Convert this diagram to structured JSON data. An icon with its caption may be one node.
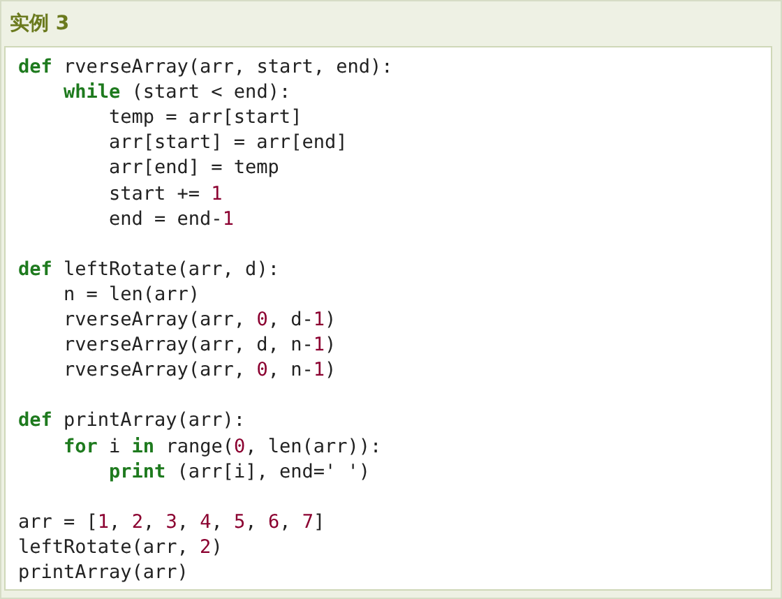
{
  "diagram": {
    "title": "实例 3",
    "labels": [
      "**def** rverseArray(arr, start, end):",
      "    **while** (start < end):",
      "        temp = arr[start]",
      "        arr[start] = arr[end]",
      "        arr[end] = temp",
      "        start += 1",
      "        end = end-1",
      "**def** leftRotate(arr, d):",
      "    n = len(arr)",
      "    rverseArray(arr, 0, d-1)",
      "    rverseArray(arr, d, n-1)",
      "    rverseArray(arr, 0, n-1)",
      "**def** printArray(arr):",
      "    **for** i **in** range(0, len(arr)):",
      "        **print** (arr[i], end=' ')",
      "arr = [1, 2, 3, 4, 5, 6, 7]",
      "leftRotate(arr, 2)",
      "printArray(arr)"
    ]
  }
}
